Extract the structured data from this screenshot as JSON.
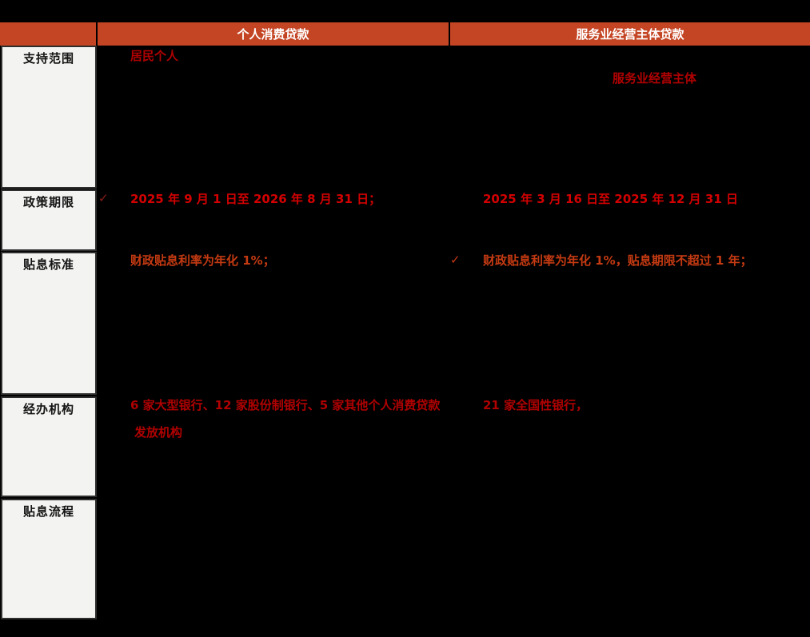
{
  "colors": {
    "background": "#000000",
    "header_bg": "#C44524",
    "header_text": "#FFFFFF",
    "row_label_bg": "#F3F3F1",
    "row_label_text": "#141414",
    "content_red_dark": "#B00000",
    "content_red_bright": "#D40000",
    "content_red_orange": "#C43A12"
  },
  "table": {
    "columns": [
      {
        "label": "个人消费贷款"
      },
      {
        "label": "服务业经营主体贷款"
      }
    ],
    "rows": [
      {
        "label": "支持范围",
        "col1": {
          "text": "居民个人"
        },
        "col2": {
          "text": "服务业经营主体"
        }
      },
      {
        "label": "政策期限",
        "col1": {
          "check": "✓",
          "text": "2025 年 9 月 1 日至 2026 年 8 月 31 日；"
        },
        "col2": {
          "text": "2025 年 3 月 16 日至 2025 年 12 月 31 日"
        }
      },
      {
        "label": "贴息标准",
        "col1": {
          "text": "财政贴息利率为年化 1%；"
        },
        "col2": {
          "check": "✓",
          "text": "财政贴息利率为年化 1%，贴息期限不超过 1 年；"
        }
      },
      {
        "label": "经办机构",
        "col1": {
          "line1": "6 家大型银行、12 家股份制银行、5 家其他个人消费贷款",
          "line2": "发放机构"
        },
        "col2": {
          "text": "21 家全国性银行，"
        }
      },
      {
        "label": "贴息流程"
      }
    ]
  }
}
